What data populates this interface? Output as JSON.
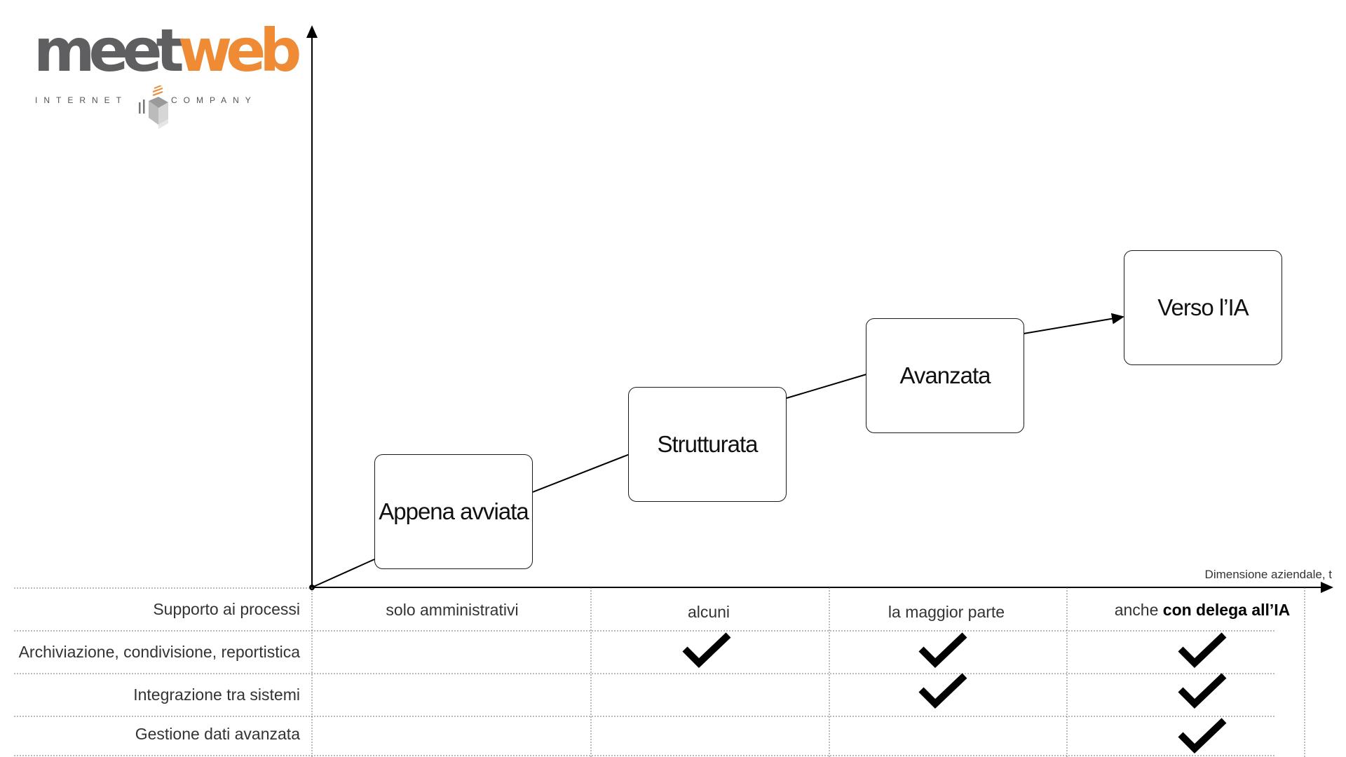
{
  "logo": {
    "brand_part1": "meet",
    "brand_part2": "web",
    "tagline_left": "INTERNET",
    "tagline_right": "COMPANY",
    "brand_gray": "#5f5f61",
    "brand_orange": "#ef8a35",
    "mark_icon": "stacked-cube-icon"
  },
  "diagram": {
    "axis_x_label": "Dimensione aziendale, t",
    "stages": [
      {
        "label": "Appena avviata"
      },
      {
        "label": "Strutturata"
      },
      {
        "label": "Avanzata"
      },
      {
        "label": "Verso l’IA"
      }
    ]
  },
  "table": {
    "rows": [
      {
        "label": "Supporto ai processi",
        "cells": [
          {
            "text": "solo amministrativi"
          },
          {
            "text": "alcuni"
          },
          {
            "text": "la maggior parte"
          },
          {
            "text_prefix": "anche ",
            "text_bold": "con delega all’IA"
          }
        ]
      },
      {
        "label": "Archiviazione, condivisione, reportistica",
        "checks": [
          false,
          true,
          true,
          true
        ]
      },
      {
        "label": "Integrazione tra sistemi",
        "checks": [
          false,
          false,
          true,
          true
        ]
      },
      {
        "label": "Gestione dati avanzata",
        "checks": [
          false,
          false,
          false,
          true
        ]
      }
    ],
    "check_icon": "checkmark-icon"
  }
}
